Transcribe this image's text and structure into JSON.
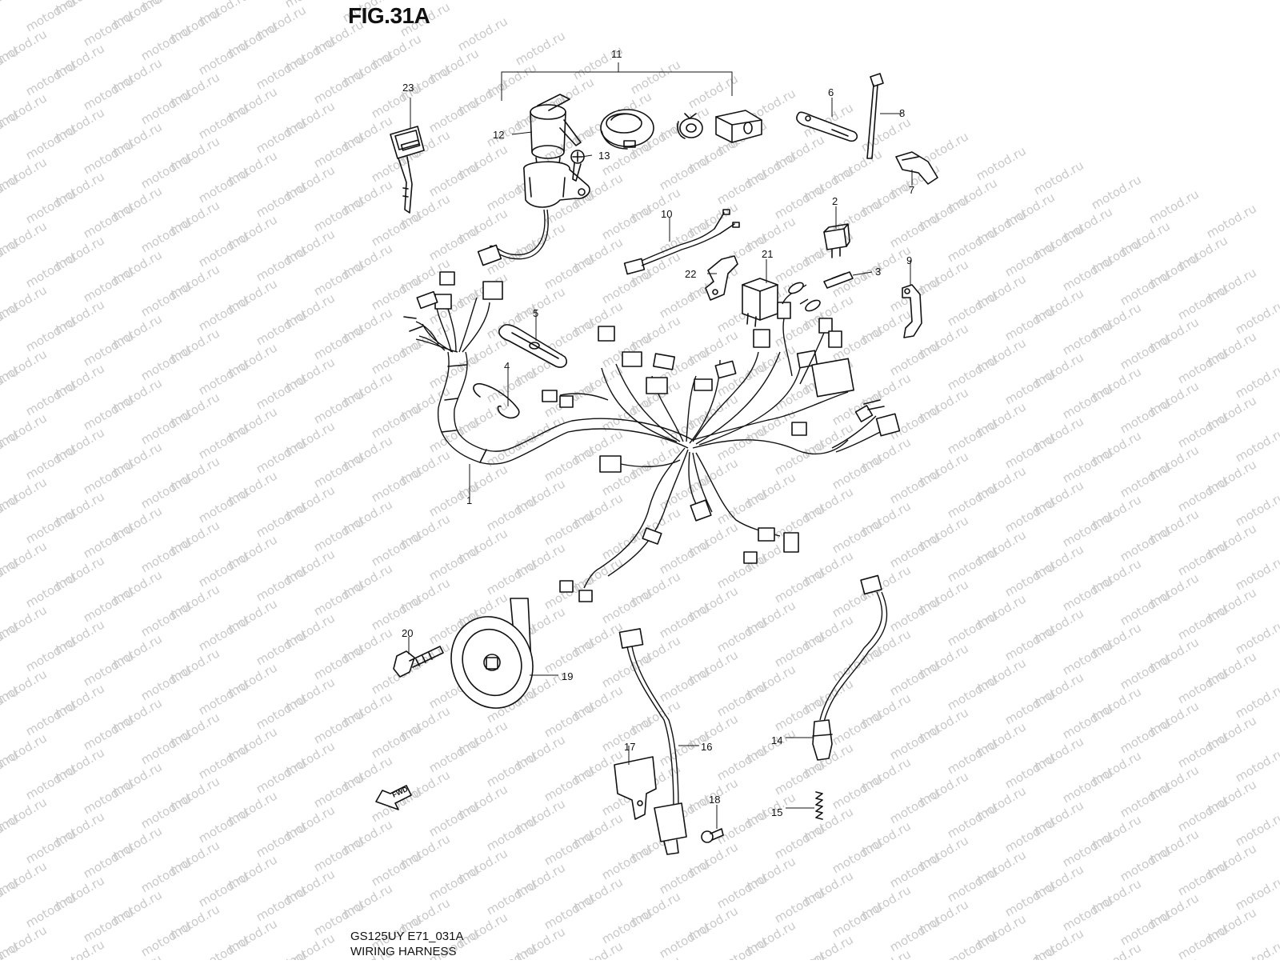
{
  "figure": {
    "title": "FIG.31A",
    "model_code": "GS125UY E71_031A",
    "diagram_name": "WIRING HARNESS",
    "direction_badge": "FWD"
  },
  "watermark": {
    "text": "motod.ru"
  },
  "callouts": [
    {
      "id": "c1",
      "number": "1"
    },
    {
      "id": "c2",
      "number": "2"
    },
    {
      "id": "c3",
      "number": "3"
    },
    {
      "id": "c4",
      "number": "4"
    },
    {
      "id": "c5",
      "number": "5"
    },
    {
      "id": "c6",
      "number": "6"
    },
    {
      "id": "c7",
      "number": "7"
    },
    {
      "id": "c8",
      "number": "8"
    },
    {
      "id": "c9",
      "number": "9"
    },
    {
      "id": "c10",
      "number": "10"
    },
    {
      "id": "c11",
      "number": "11"
    },
    {
      "id": "c12",
      "number": "12"
    },
    {
      "id": "c13",
      "number": "13"
    },
    {
      "id": "c14",
      "number": "14"
    },
    {
      "id": "c15",
      "number": "15"
    },
    {
      "id": "c16",
      "number": "16"
    },
    {
      "id": "c17",
      "number": "17"
    },
    {
      "id": "c18",
      "number": "18"
    },
    {
      "id": "c19",
      "number": "19"
    },
    {
      "id": "c20",
      "number": "20"
    },
    {
      "id": "c21",
      "number": "21"
    },
    {
      "id": "c22",
      "number": "22"
    },
    {
      "id": "c23",
      "number": "23"
    }
  ]
}
